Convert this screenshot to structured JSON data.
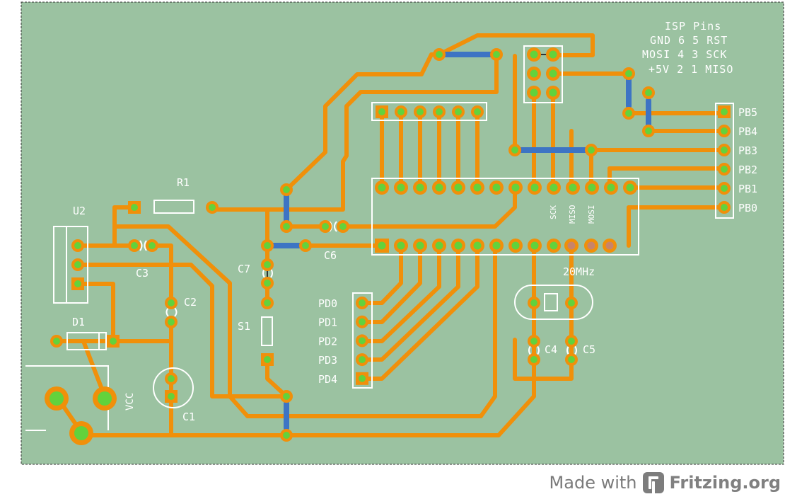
{
  "board": {
    "fill": "#9bc2a1",
    "trace_color": "#f0900a",
    "pad_color": "#62d23c",
    "jumper_color": "#3d74c4",
    "silk_color": "#ffffff"
  },
  "labels": {
    "isp_title": "ISP Pins",
    "isp_row1": "GND 6 5 RST",
    "isp_row2": "MOSI 4 3 SCK",
    "isp_row3": "+5V 2 1 MISO",
    "r1": "R1",
    "u2": "U2",
    "c3": "C3",
    "c2": "C2",
    "c7": "C7",
    "c6": "C6",
    "d1": "D1",
    "s1": "S1",
    "c1": "C1",
    "vcc": "VCC",
    "crystal": "20MHz",
    "c4": "C4",
    "c5": "C5",
    "sck": "SCK",
    "miso": "MISO",
    "mosi": "MOSI"
  },
  "pd_labels": [
    "PD0",
    "PD1",
    "PD2",
    "PD3",
    "PD4"
  ],
  "pb_labels": [
    "PB5",
    "PB4",
    "PB3",
    "PB2",
    "PB1",
    "PB0"
  ],
  "footer": {
    "made_with": "Made with",
    "brand": "Fritzing.org"
  }
}
